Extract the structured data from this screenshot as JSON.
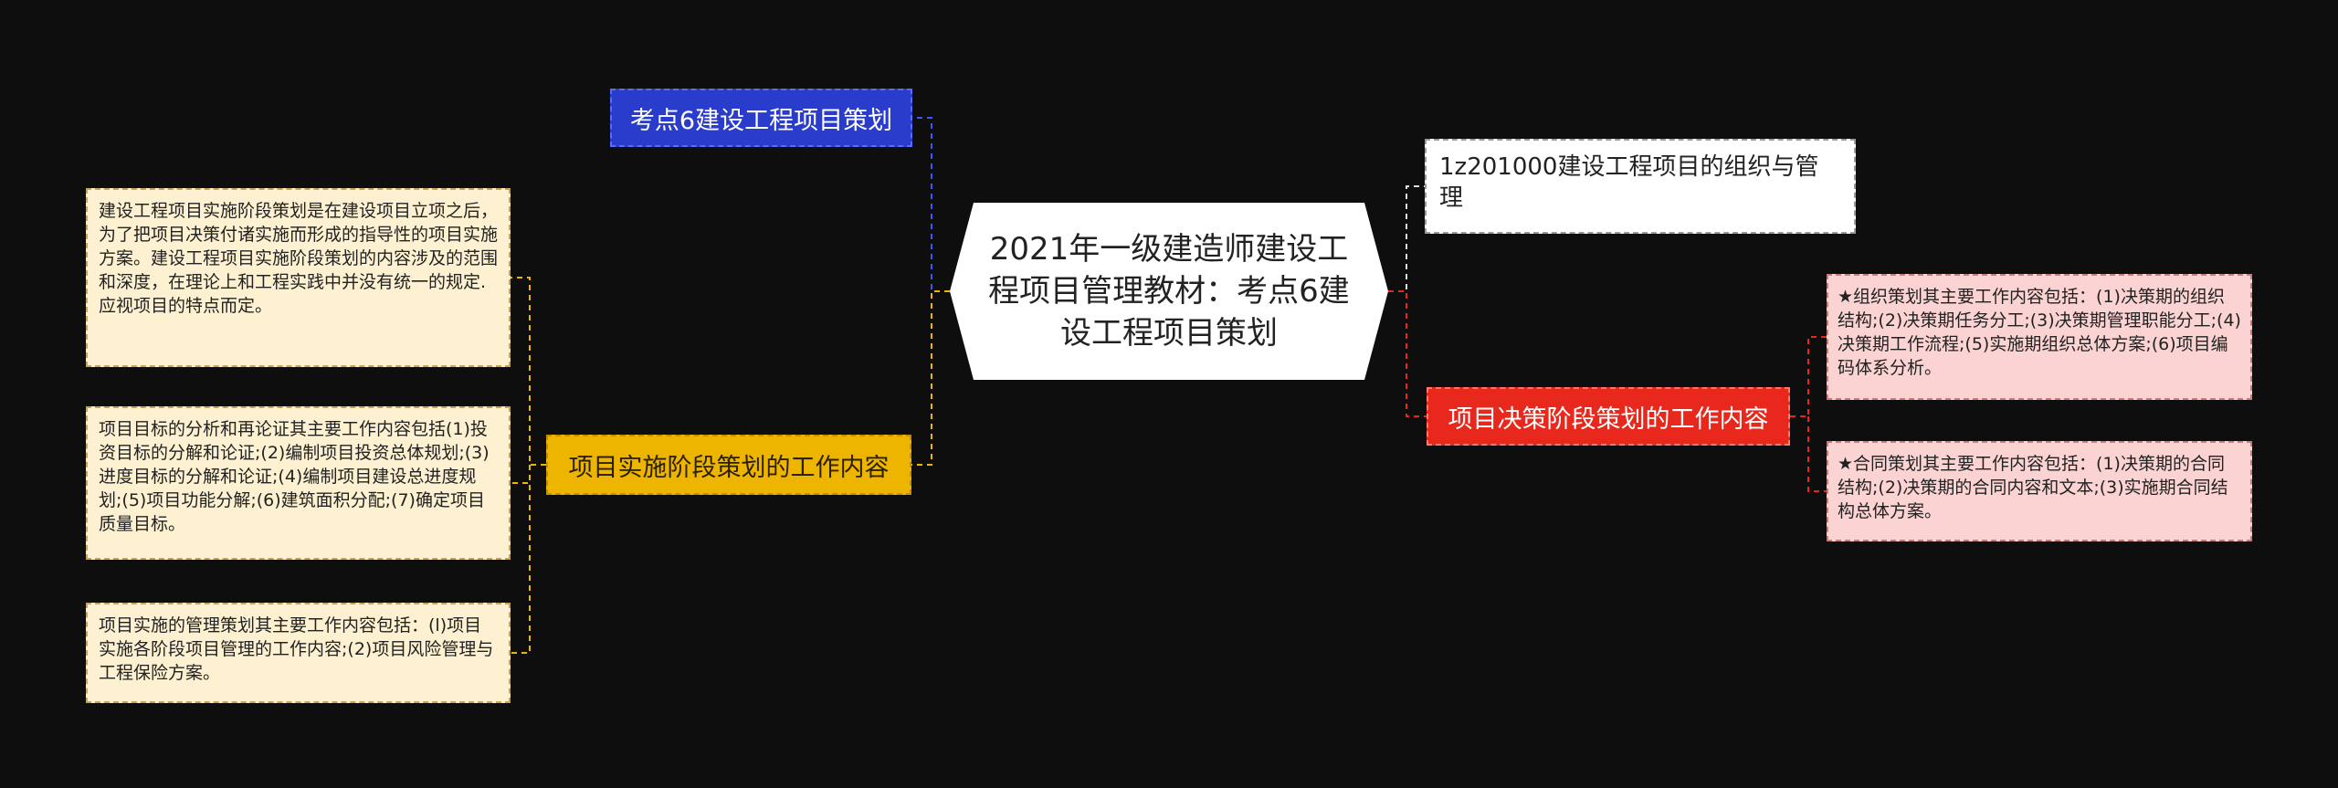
{
  "central": {
    "title": "2021年一级建造师建设工程项目管理教材：考点6建设工程项目策划"
  },
  "left": {
    "strategy_topic": "考点6建设工程项目策划",
    "implementation_topic": "项目实施阶段策划的工作内容",
    "implementation_notes": [
      "建设工程项目实施阶段策划是在建设项目立项之后，为了把项目决策付诸实施而形成的指导性的项目实施方案。建设工程项目实施阶段策划的内容涉及的范围和深度，在理论上和工程实践中并没有统一的规定.应视项目的特点而定。",
      "项目目标的分析和再论证其主要工作内容包括(1)投资目标的分解和论证;(2)编制项目投资总体规划;(3)进度目标的分解和论证;(4)编制项目建设总进度规划;(5)项目功能分解;(6)建筑面积分配;(7)确定项目质量目标。",
      "项目实施的管理策划其主要工作内容包括：(l)项目实施各阶段项目管理的工作内容;(2)项目风险管理与工程保险方案。"
    ]
  },
  "right": {
    "org_topic": "1z201000建设工程项目的组织与管理",
    "decision_topic": "项目决策阶段策划的工作内容",
    "decision_notes": [
      "★组织策划其主要工作内容包括：(1)决策期的组织结构;(2)决策期任务分工;(3)决策期管理职能分工;(4)决策期工作流程;(5)实施期组织总体方案;(6)项目编码体系分析。",
      "★合同策划其主要工作内容包括：(1)决策期的合同结构;(2)决策期的合同内容和文本;(3)实施期合同结构总体方案。"
    ]
  },
  "colors": {
    "background": "#0e0e0f",
    "blue": "#2a3ccb",
    "yellow": "#eeb500",
    "red": "#e8281c",
    "cream": "#fdf1d1",
    "pink": "#fbd3d3",
    "white": "#ffffff"
  }
}
